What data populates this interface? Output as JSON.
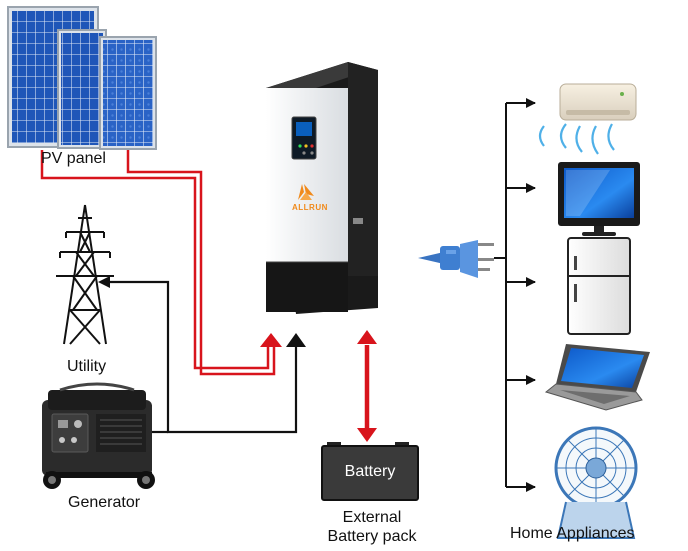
{
  "labels": {
    "pv_panel": "PV panel",
    "utility": "Utility",
    "generator": "Generator",
    "battery_box": "Battery",
    "external_battery_line1": "External",
    "external_battery_line2": "Battery pack",
    "home_appliances": "Home Appliances",
    "brand": "ALLRUN"
  },
  "colors": {
    "dc_line": "#d8141c",
    "ac_line": "#111111",
    "panel_cell": "#1f56b8",
    "inverter_body": "#eef0f2",
    "inverter_dark": "#1a1a1a",
    "brand_accent": "#f08a1c",
    "battery_body": "#3a3a3a"
  },
  "icons": {
    "pv_panel": "solar-panel-icon",
    "utility": "power-tower-icon",
    "generator": "generator-icon",
    "inverter": "inverter-icon",
    "plug": "plug-icon",
    "battery": "battery-icon",
    "air_conditioner": "air-conditioner-icon",
    "television": "tv-icon",
    "refrigerator": "fridge-icon",
    "laptop": "laptop-icon",
    "fan": "fan-icon"
  }
}
